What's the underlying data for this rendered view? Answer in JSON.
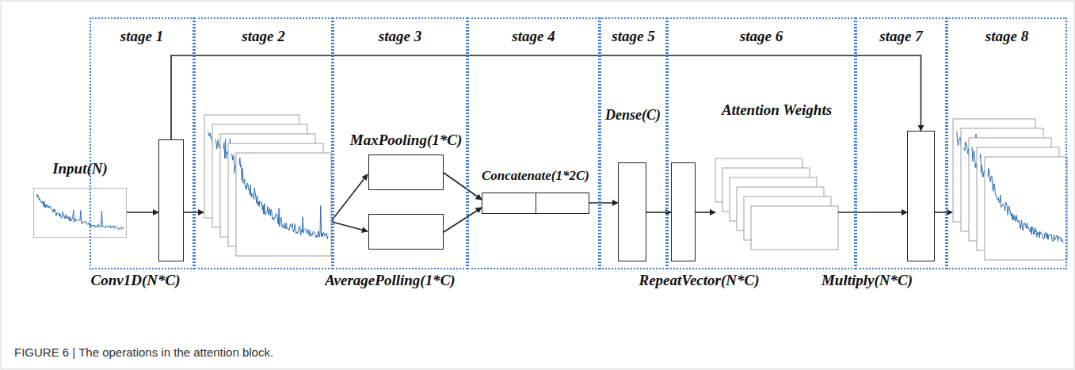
{
  "diagram": {
    "caption": "FIGURE 6 | The operations in the attention block.",
    "nodes": [
      {
        "text": [
          "Input(N)"
        ]
      },
      {
        "text": [
          "stage 1"
        ]
      },
      {
        "text": [
          "Conv1D(N*C)"
        ],
        "in": 1
      },
      {
        "text": [
          "stage 2"
        ]
      },
      {
        "text": [
          "stage 3"
        ]
      },
      {
        "text": [
          "MaxPooling(1*C)"
        ],
        "in": 4
      },
      {
        "text": [
          "AveragePolling(1*C)"
        ],
        "in": 4
      },
      {
        "text": [
          "stage 4"
        ]
      },
      {
        "text": [
          "Concatenate(1*2C)"
        ],
        "in": 7
      },
      {
        "text": [
          "stage 5"
        ]
      },
      {
        "text": [
          "Dense(C)"
        ],
        "in": 9
      },
      {
        "text": [
          "stage 6"
        ]
      },
      {
        "text": [
          "RepeatVector(N*C)"
        ],
        "in": 11
      },
      {
        "text": [
          "Attention Weights"
        ],
        "in": 11
      },
      {
        "text": [
          "stage 7"
        ]
      },
      {
        "text": [
          "Multiply(N*C)"
        ],
        "in": 14
      },
      {
        "text": [
          "stage 8"
        ]
      }
    ],
    "edges": [
      {
        "from": 0,
        "to": 2,
        "arrow": "to"
      },
      {
        "from": 5,
        "to": 8,
        "arrow": "to"
      },
      {
        "from": 6,
        "to": 8,
        "arrow": "to"
      },
      {
        "from": 8,
        "to": 10,
        "arrow": "to"
      },
      {
        "from": 10,
        "to": 12,
        "arrow": "to"
      },
      {
        "from": 12,
        "to": 13,
        "arrow": "to"
      },
      {
        "from": 13,
        "to": 15,
        "arrow": "to"
      },
      {
        "from": 2,
        "to": 15,
        "arrow": "to"
      }
    ]
  }
}
